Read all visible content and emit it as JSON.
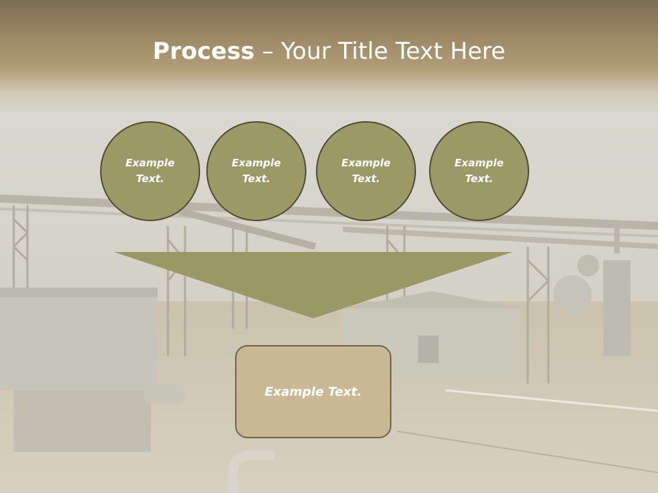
{
  "slide": {
    "title_bold": "Process",
    "title_rest": " – Your Title Text Here",
    "circles": [
      {
        "line1": "Example",
        "line2": "Text."
      },
      {
        "line1": "Example",
        "line2": "Text."
      },
      {
        "line1": "Example",
        "line2": "Text."
      },
      {
        "line1": "Example",
        "line2": "Text."
      }
    ],
    "result_text": "Example Text."
  },
  "colors": {
    "circle_fill": "#9a9a66",
    "circle_border": "#4d4d36",
    "funnel_fill": "#999966",
    "box_fill": "#c9b894",
    "banner_top": "#7b6e52"
  }
}
